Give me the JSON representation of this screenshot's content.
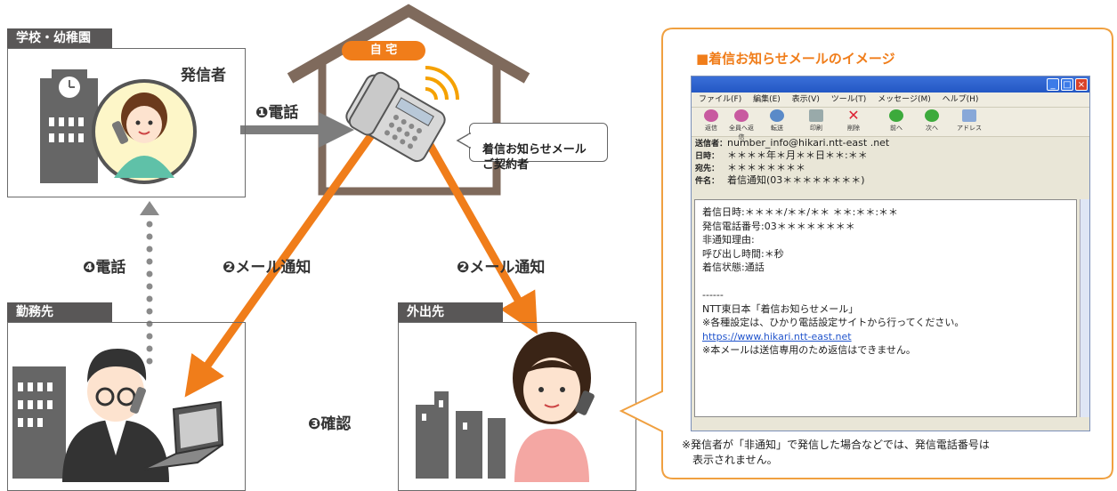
{
  "school": {
    "label": "学校・幼稚園",
    "caller_label": "発信者"
  },
  "home": {
    "label": "自 宅",
    "subscriber": "着信お知らせメール\nご契約者"
  },
  "office": {
    "label": "勤務先"
  },
  "outside": {
    "label": "外出先"
  },
  "steps": {
    "call1": "❶電話",
    "mail2_left": "❷メール通知",
    "mail2_right": "❷メール通知",
    "confirm3": "❸確認",
    "call4": "❹電話"
  },
  "panel": {
    "title": "■着信お知らせメールのイメージ",
    "note_line1": "※発信者が「非通知」で発信した場合などでは、発信電話番号は",
    "note_line2": "表示されません。"
  },
  "email": {
    "menu": [
      "ファイル(F)",
      "編集(E)",
      "表示(V)",
      "ツール(T)",
      "メッセージ(M)",
      "ヘルプ(H)"
    ],
    "toolbar": [
      "返信",
      "全員へ返信",
      "転送",
      "印刷",
      "削除",
      "前へ",
      "次へ",
      "アドレス"
    ],
    "headers": [
      {
        "key": "送信者：",
        "value": "number_info@hikari.ntt-east .net"
      },
      {
        "key": "日時：",
        "value": "＊＊＊＊年＊月＊＊日＊＊:＊＊"
      },
      {
        "key": "宛先：",
        "value": "＊＊＊＊＊＊＊＊"
      },
      {
        "key": "件名：",
        "value": "着信通知(03＊＊＊＊＊＊＊＊)"
      }
    ],
    "body_lines": [
      "着信日時:＊＊＊＊/＊＊/＊＊ ＊＊:＊＊:＊＊",
      "発信電話番号:03＊＊＊＊＊＊＊＊",
      "非通知理由:",
      "呼び出し時間:＊秒",
      "着信状態:通話",
      "",
      "------",
      "NTT東日本「着信お知らせメール」",
      "※各種設定は、ひかり電話設定サイトから行ってください。",
      "https://www.hikari.ntt-east.net",
      "※本メールは送信専用のため返信はできません。"
    ]
  },
  "colors": {
    "accent": "#f07d1a",
    "gray": "#7d7d7d",
    "label_bg": "#595757",
    "link": "#2255cc"
  }
}
